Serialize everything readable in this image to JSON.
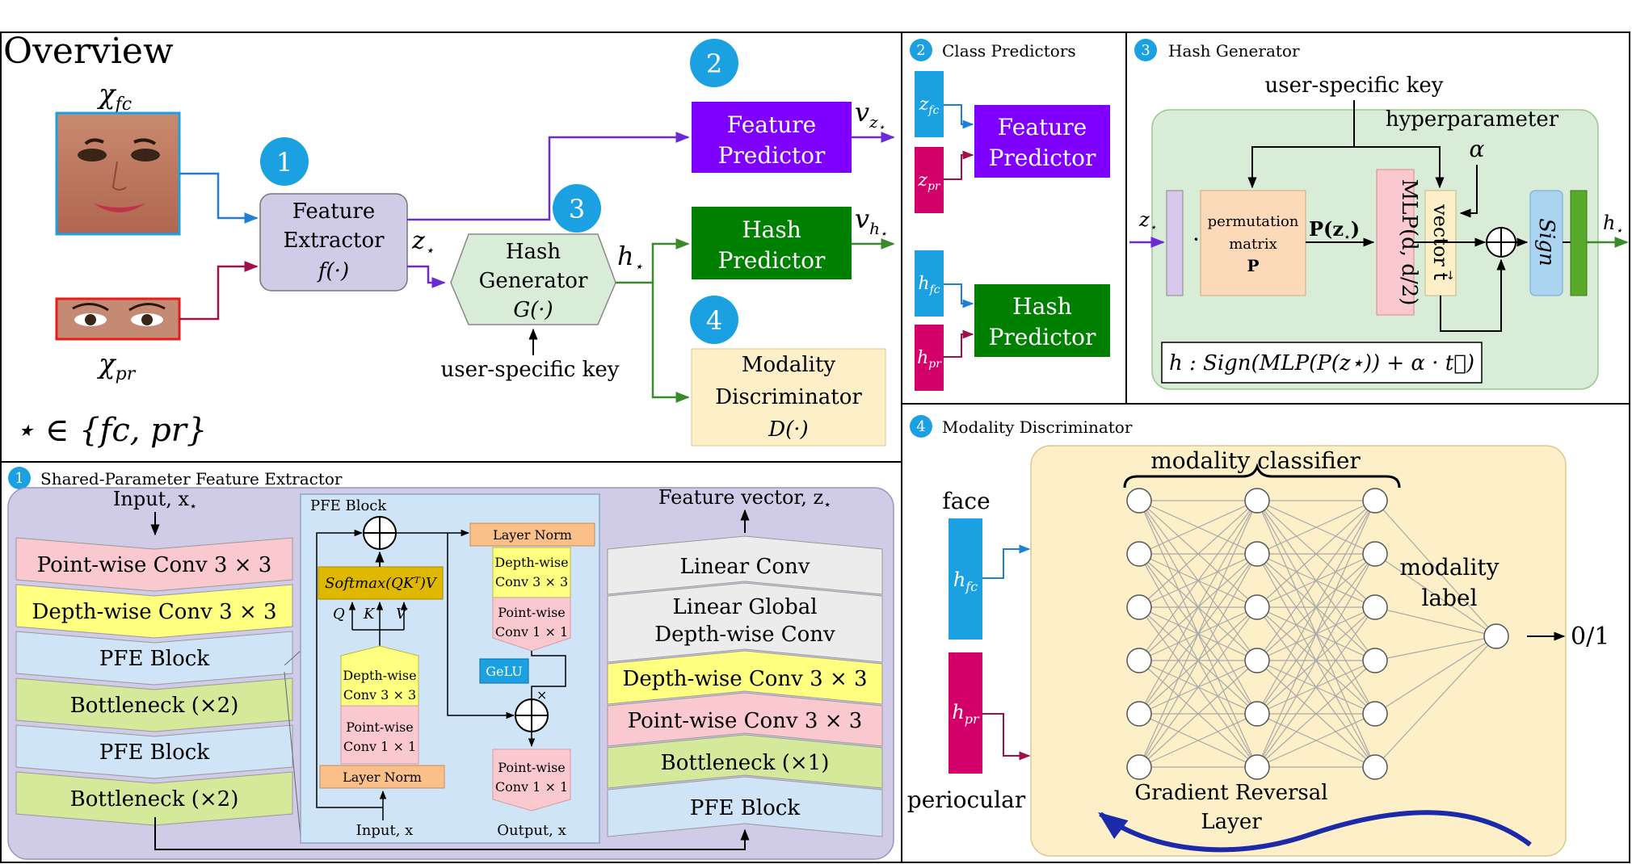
{
  "overview": {
    "title": "Overview",
    "chi_fc": "χ",
    "chi_fc_sub": "fc",
    "chi_pr": "χ",
    "chi_pr_sub": "pr",
    "badge1": "1",
    "badge2": "2",
    "badge3": "3",
    "badge4": "4",
    "feature_extractor": [
      "Feature",
      "Extractor",
      "f(·)"
    ],
    "z_star": "z",
    "hash_generator": [
      "Hash",
      "Generator",
      "G(·)"
    ],
    "h_star": "h",
    "user_key": "user-specific key",
    "feature_predictor": [
      "Feature",
      "Predictor"
    ],
    "v_z": "v",
    "v_z_sub": "z",
    "hash_predictor": [
      "Hash",
      "Predictor"
    ],
    "v_h": "v",
    "v_h_sub": "h",
    "modality_discriminator": [
      "Modality",
      "Discriminator",
      "D(·)"
    ],
    "star_set": "⋆ ∈ {fc, pr}"
  },
  "class_predictors": {
    "badge": "2",
    "title": "Class Predictors",
    "z_fc": "z",
    "z_fc_sub": "fc",
    "z_pr": "z",
    "z_pr_sub": "pr",
    "feature_predictor": [
      "Feature",
      "Predictor"
    ],
    "h_fc": "h",
    "h_fc_sub": "fc",
    "h_pr": "h",
    "h_pr_sub": "pr",
    "hash_predictor": [
      "Hash",
      "Predictor"
    ]
  },
  "hash_generator_panel": {
    "badge": "3",
    "title": "Hash Generator",
    "user_key": "user-specific key",
    "hyperparameter": "hyperparameter",
    "alpha": "α",
    "z_in": "z",
    "dot": "·",
    "perm_matrix": [
      "permutation",
      "matrix",
      "P"
    ],
    "p_of_z": "P(z",
    "p_of_z_close": ")",
    "mlp": "MLP(d, d/2)",
    "vector_t": "vector t⃗",
    "sign": "Sign",
    "h_out": "h",
    "formula": "h : Sign(MLP(P(z⋆)) + α · t⃗)"
  },
  "extractor_panel": {
    "badge": "1",
    "title": "Shared-Parameter Feature Extractor",
    "input_label": "Input, x",
    "left_stack": [
      "Point-wise Conv 3 × 3",
      "Depth-wise Conv 3 × 3",
      "PFE Block",
      "Bottleneck (×2)",
      "PFE Block",
      "Bottleneck (×2)"
    ],
    "pfe_title": "PFE Block",
    "softmax": "Softmax(QKᵀ)V",
    "q": "Q",
    "k": "K",
    "v": "V",
    "dw_conv": [
      "Depth-wise",
      "Conv 3 × 3"
    ],
    "pw_conv": [
      "Point-wise",
      "Conv 1 × 1"
    ],
    "layer_norm": "Layer Norm",
    "input_x": "Input, x",
    "layer_norm_top": "Layer Norm",
    "dw_conv_r": [
      "Depth-wise",
      "Conv 3 × 3"
    ],
    "pw_conv_r": [
      "Point-wise",
      "Conv 1 × 1"
    ],
    "gelu": "GeLU",
    "times": "×",
    "pw_out": [
      "Point-wise",
      "Conv 1 × 1"
    ],
    "output_x": "Output, x",
    "feature_vector": "Feature vector, z",
    "right_stack": [
      "Linear Conv",
      "Linear Global\nDepth-wise Conv",
      "Depth-wise Conv 3 × 3",
      "Point-wise Conv 3 × 3",
      "Bottleneck (×1)",
      "PFE Block"
    ]
  },
  "discriminator_panel": {
    "badge": "4",
    "title": "Modality Discriminator",
    "face": "face",
    "h_fc": "h",
    "h_fc_sub": "fc",
    "periocular": "periocular",
    "h_pr": "h",
    "h_pr_sub": "pr",
    "modality_classifier": "modality classifier",
    "modality_label": [
      "modality",
      "label"
    ],
    "output": "0/1",
    "grl": [
      "Gradient Reversal",
      "Layer"
    ]
  },
  "colors": {
    "purple_box": "#7f00ff",
    "green_box": "#008000",
    "lavender": "#d0cce8",
    "hex_green": "#d8ecd8",
    "cream": "#fdf0c8",
    "badge_blue": "#1ba1e2",
    "pink": "#f9c9cf",
    "yellow": "#ffff80",
    "light_blue": "#cfe4f7",
    "lime": "#d4ea9a",
    "gray": "#ececec",
    "magenta": "#d4006a",
    "cyan": "#1ba1e2",
    "orange": "#fbc08a",
    "gold": "#e0b800"
  }
}
